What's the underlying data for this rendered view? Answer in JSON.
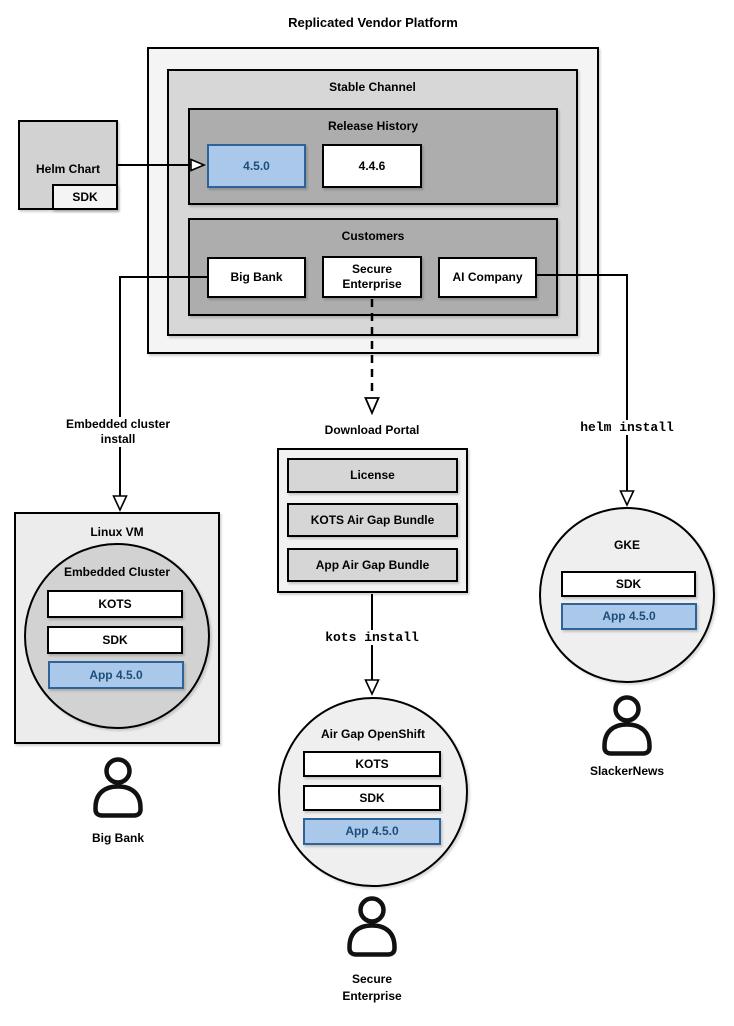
{
  "title": "Replicated Vendor Platform",
  "colors": {
    "highlight_fill": "#AAC8E9",
    "highlight_border": "#2E6397",
    "highlight_text": "#1D4E79",
    "outer_gray": "#F4F4F4",
    "mid_gray": "#D7D7D7",
    "dark_gray": "#ADADAD"
  },
  "platform": {
    "channel_title": "Stable Channel",
    "release_history": {
      "title": "Release History",
      "current_release": "4.5.0",
      "previous_release": "4.4.6"
    },
    "customers": {
      "title": "Customers",
      "big_bank": "Big Bank",
      "secure_enterprise": "Secure\nEnterprise",
      "ai_company": "AI Company"
    }
  },
  "helm_chart": {
    "label": "Helm Chart",
    "sdk": "SDK"
  },
  "edge_labels": {
    "embedded_install": "Embedded cluster\ninstall",
    "helm_install": "helm install",
    "kots_install": "kots install"
  },
  "download_portal": {
    "title": "Download Portal",
    "items": [
      "License",
      "KOTS Air Gap Bundle",
      "App Air Gap Bundle"
    ]
  },
  "linux_vm": {
    "title": "Linux VM",
    "cluster_title": "Embedded Cluster",
    "kots": "KOTS",
    "sdk": "SDK",
    "app": "App 4.5.0"
  },
  "airgap_openshift": {
    "title": "Air Gap OpenShift",
    "kots": "KOTS",
    "sdk": "SDK",
    "app": "App 4.5.0"
  },
  "gke": {
    "title": "GKE",
    "sdk": "SDK",
    "app": "App 4.5.0"
  },
  "users": {
    "big_bank": "Big Bank",
    "secure_enterprise": "Secure\nEnterprise",
    "slackernews": "SlackerNews"
  }
}
